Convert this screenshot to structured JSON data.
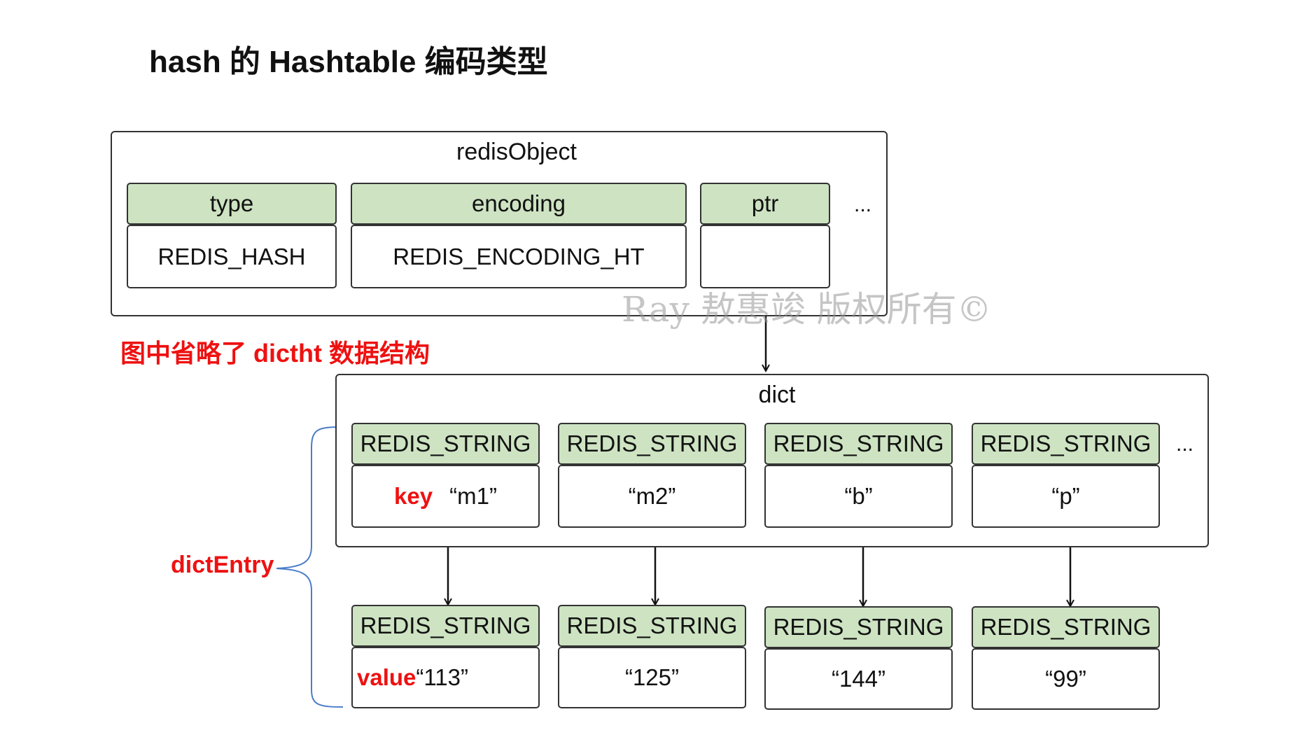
{
  "title": "hash 的 Hashtable 编码类型",
  "watermark": "Ray 敖惠竣 版权所有©",
  "note": "图中省略了 dictht 数据结构",
  "redis_object": {
    "label": "redisObject",
    "fields": [
      {
        "name": "type",
        "value": "REDIS_HASH"
      },
      {
        "name": "encoding",
        "value": "REDIS_ENCODING_HT"
      },
      {
        "name": "ptr",
        "value": ""
      }
    ],
    "ellipsis": "..."
  },
  "dict": {
    "label": "dict",
    "ellipsis": "...",
    "key_tag": "key",
    "value_tag": "value",
    "entry_label": "dictEntry",
    "keys": [
      {
        "type": "REDIS_STRING",
        "value": "“m1”"
      },
      {
        "type": "REDIS_STRING",
        "value": "“m2”"
      },
      {
        "type": "REDIS_STRING",
        "value": "“b”"
      },
      {
        "type": "REDIS_STRING",
        "value": "“p”"
      }
    ],
    "values": [
      {
        "type": "REDIS_STRING",
        "value": "“113”"
      },
      {
        "type": "REDIS_STRING",
        "value": "“125”"
      },
      {
        "type": "REDIS_STRING",
        "value": "“144”"
      },
      {
        "type": "REDIS_STRING",
        "value": "“99”"
      }
    ]
  },
  "colors": {
    "header_fill": "#cde3c2",
    "highlight": "#ee1111",
    "brace": "#4a7cc9"
  }
}
